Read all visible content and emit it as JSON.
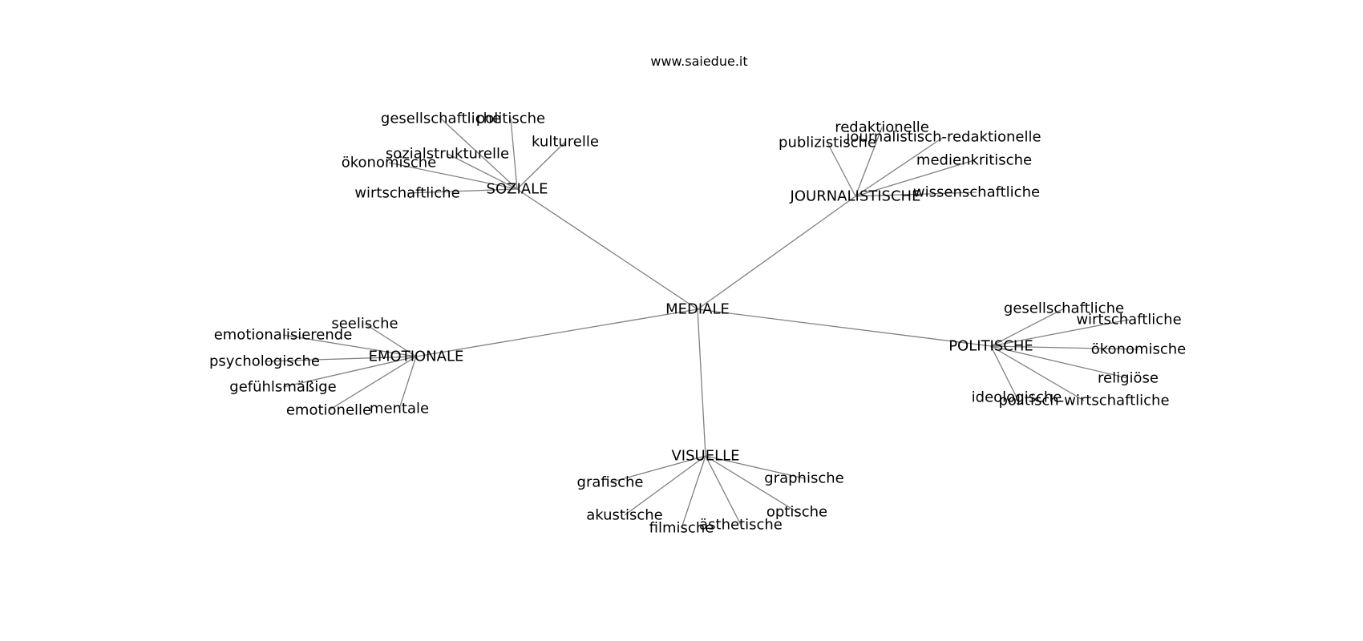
{
  "source": "www.saiedue.it",
  "center": "MEDIALE",
  "groups": [
    {
      "name": "SOZIALE",
      "leaves": [
        "gesellschaftliche",
        "politische",
        "kulturelle",
        "sozialstrukturelle",
        "ökonomische",
        "wirtschaftliche"
      ]
    },
    {
      "name": "JOURNALISTISCHE",
      "leaves": [
        "redaktionelle",
        "journalistisch-redaktionelle",
        "publizistische",
        "medienkritische",
        "wissenschaftliche"
      ]
    },
    {
      "name": "EMOTIONALE",
      "leaves": [
        "seelische",
        "emotionalisierende",
        "psychologische",
        "gefühlsmäßige",
        "emotionelle",
        "mentale"
      ]
    },
    {
      "name": "POLITISCHE",
      "leaves": [
        "gesellschaftliche",
        "wirtschaftliche",
        "ökonomische",
        "religiöse",
        "ideologische",
        "politisch-wirtschaftliche"
      ]
    },
    {
      "name": "VISUELLE",
      "leaves": [
        "grafische",
        "graphische",
        "akustische",
        "filmische",
        "ästhetische",
        "optische"
      ]
    }
  ]
}
